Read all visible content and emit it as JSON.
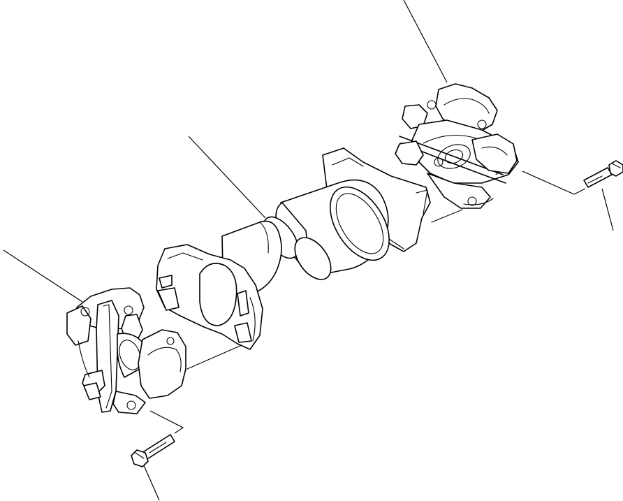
{
  "diagram": {
    "type": "exploded-view",
    "colors": {
      "line": "#000000",
      "background": "#ffffff"
    },
    "parts": [
      "universal-joint-front",
      "yoke-flange-front",
      "shaft-tube",
      "yoke-flange-rear",
      "universal-joint-rear",
      "bolt-front",
      "bolt-rear"
    ]
  }
}
